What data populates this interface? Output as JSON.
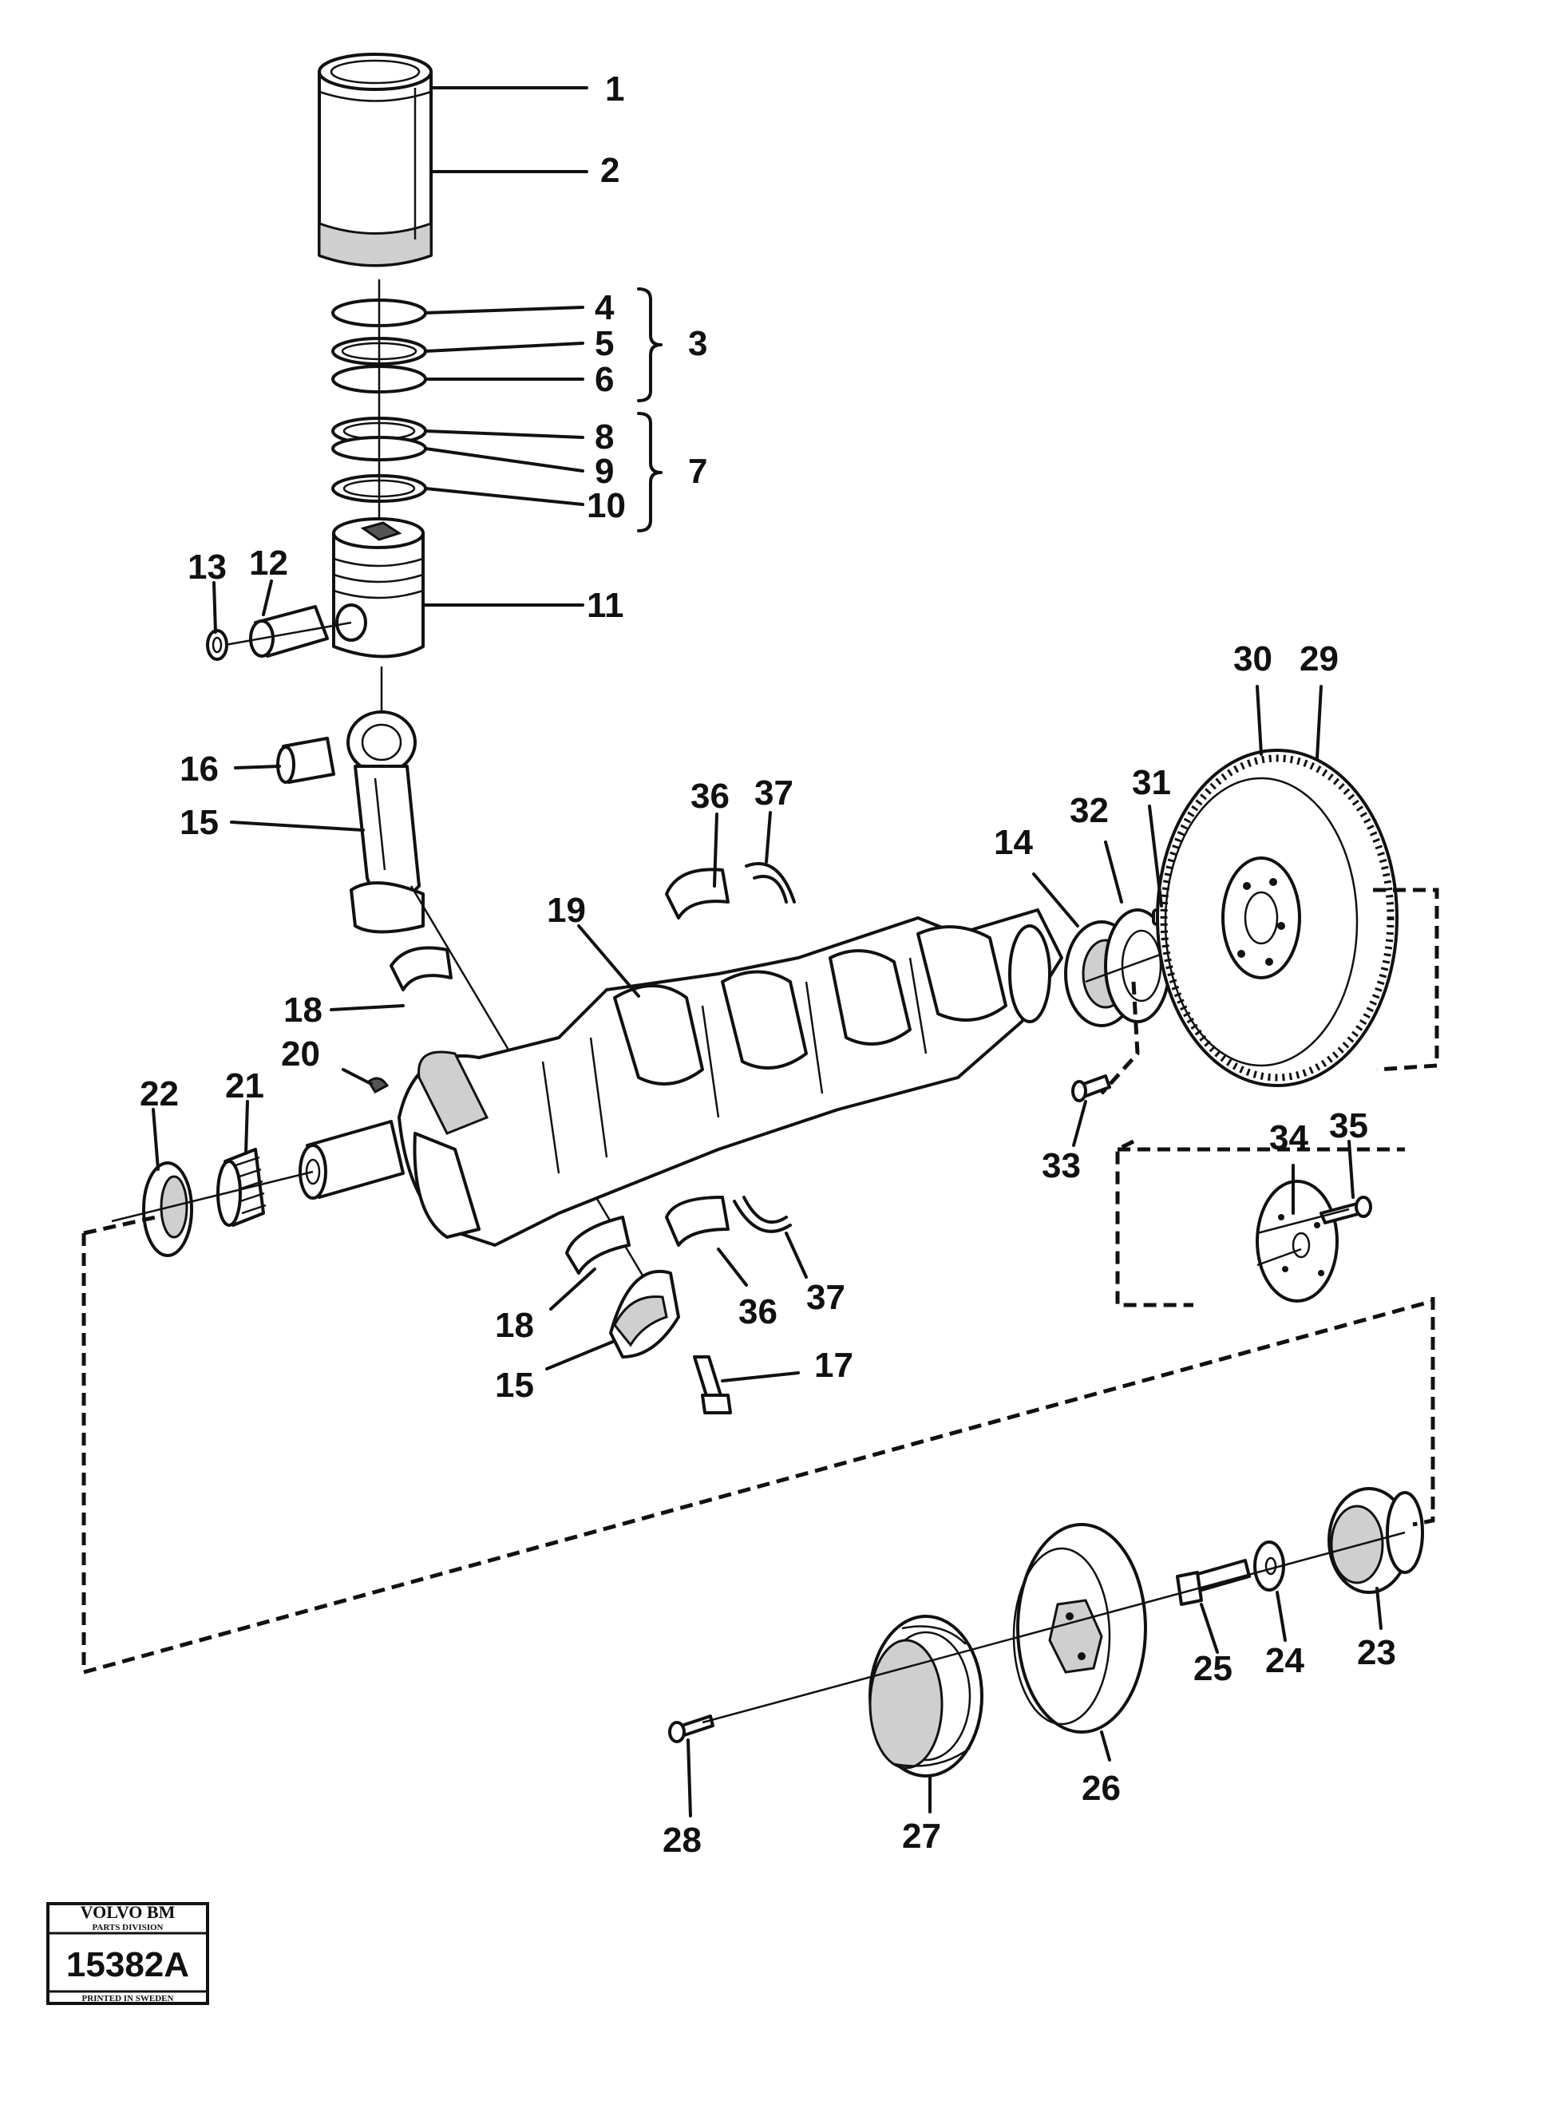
{
  "callouts": {
    "c1": "1",
    "c2": "2",
    "c3": "3",
    "c4": "4",
    "c5": "5",
    "c6": "6",
    "c7": "7",
    "c8": "8",
    "c9": "9",
    "c10": "10",
    "c11": "11",
    "c12": "12",
    "c13": "13",
    "c14": "14",
    "c15a": "15",
    "c15b": "15",
    "c16": "16",
    "c17": "17",
    "c18a": "18",
    "c18b": "18",
    "c19": "19",
    "c20": "20",
    "c21": "21",
    "c22": "22",
    "c23": "23",
    "c24": "24",
    "c25": "25",
    "c26": "26",
    "c27": "27",
    "c28": "28",
    "c29": "29",
    "c30": "30",
    "c31": "31",
    "c32": "32",
    "c33": "33",
    "c34": "34",
    "c35": "35",
    "c36a": "36",
    "c36b": "36",
    "c37a": "37",
    "c37b": "37"
  },
  "stamp": {
    "brand": "VOLVO BM",
    "division": "PARTS DIVISION",
    "number": "15382A",
    "printed": "PRINTED IN SWEDEN"
  }
}
